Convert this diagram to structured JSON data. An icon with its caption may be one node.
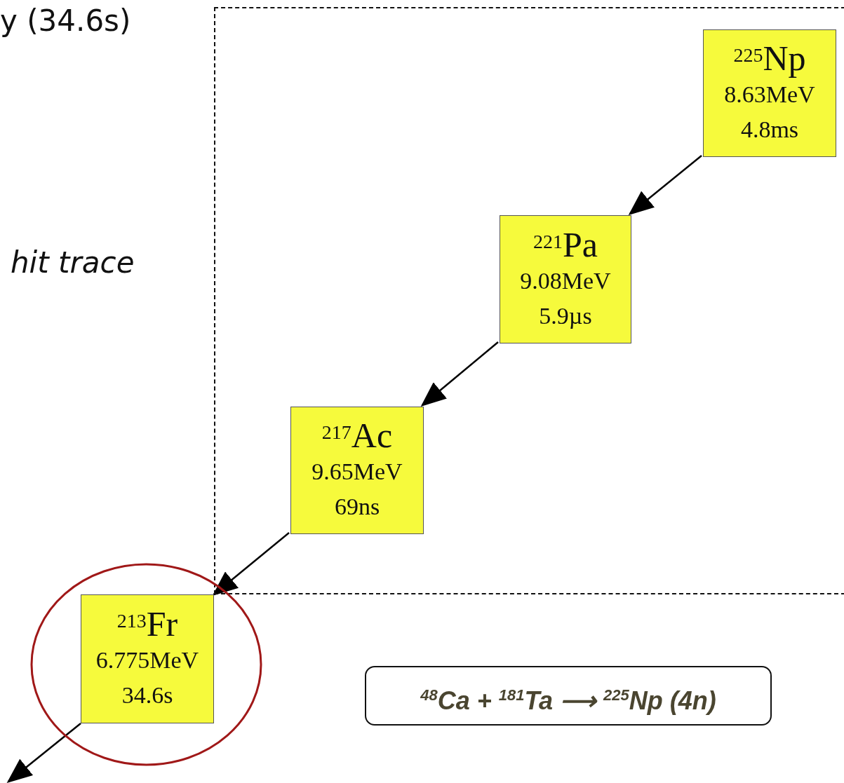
{
  "diagram": {
    "nodes": [
      {
        "text": [],
        "shape": "box"
      },
      {
        "text": [
          "$^{225}$Np",
          "8.63MeV",
          "4.8ms"
        ],
        "in": 0
      },
      {
        "text": [
          "$^{221}$Pa",
          "9.08MeV",
          "5.9µs"
        ],
        "in": 0
      },
      {
        "text": [
          "$^{217}$Ac",
          "9.65MeV",
          "69ns"
        ],
        "in": 0
      },
      {
        "text": [],
        "shape": "circle"
      },
      {
        "text": [
          "$^{213}$Fr",
          "6.775MeV",
          "34.6s"
        ],
        "in": 4
      },
      {
        "text": [
          "$^{48}$Ca + $^{181}$Ta ⟶ $^{225}$Np (4n)"
        ]
      }
    ],
    "edges": [
      {
        "from": 1,
        "to": 2,
        "arrow": "to"
      },
      {
        "from": 2,
        "to": 3,
        "arrow": "to"
      },
      {
        "from": 3,
        "to": 5,
        "arrow": "to"
      },
      {
        "from": 5,
        "to": null,
        "arrow": "to"
      }
    ],
    "labels": [
      "y (34.6s)",
      "hit trace"
    ]
  }
}
